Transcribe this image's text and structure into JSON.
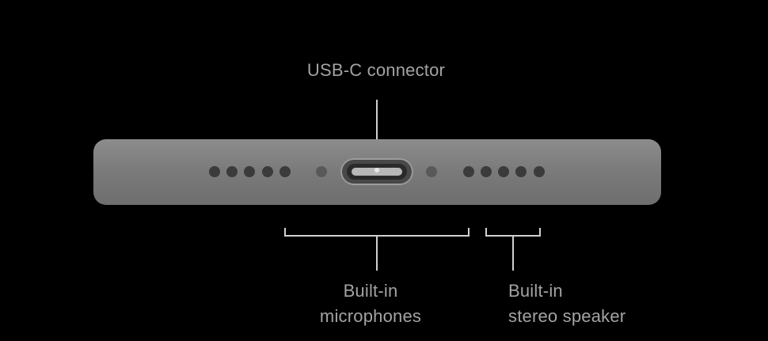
{
  "labels": {
    "connector": "USB-C connector",
    "microphones_line1": "Built-in",
    "microphones_line2": "microphones",
    "speaker_line1": "Built-in",
    "speaker_line2": "stereo speaker"
  },
  "colors": {
    "background": "#000000",
    "body": "#848484",
    "hole": "#3b3b3b",
    "label": "#a3a3a3",
    "callout": "#d0d0d0"
  }
}
